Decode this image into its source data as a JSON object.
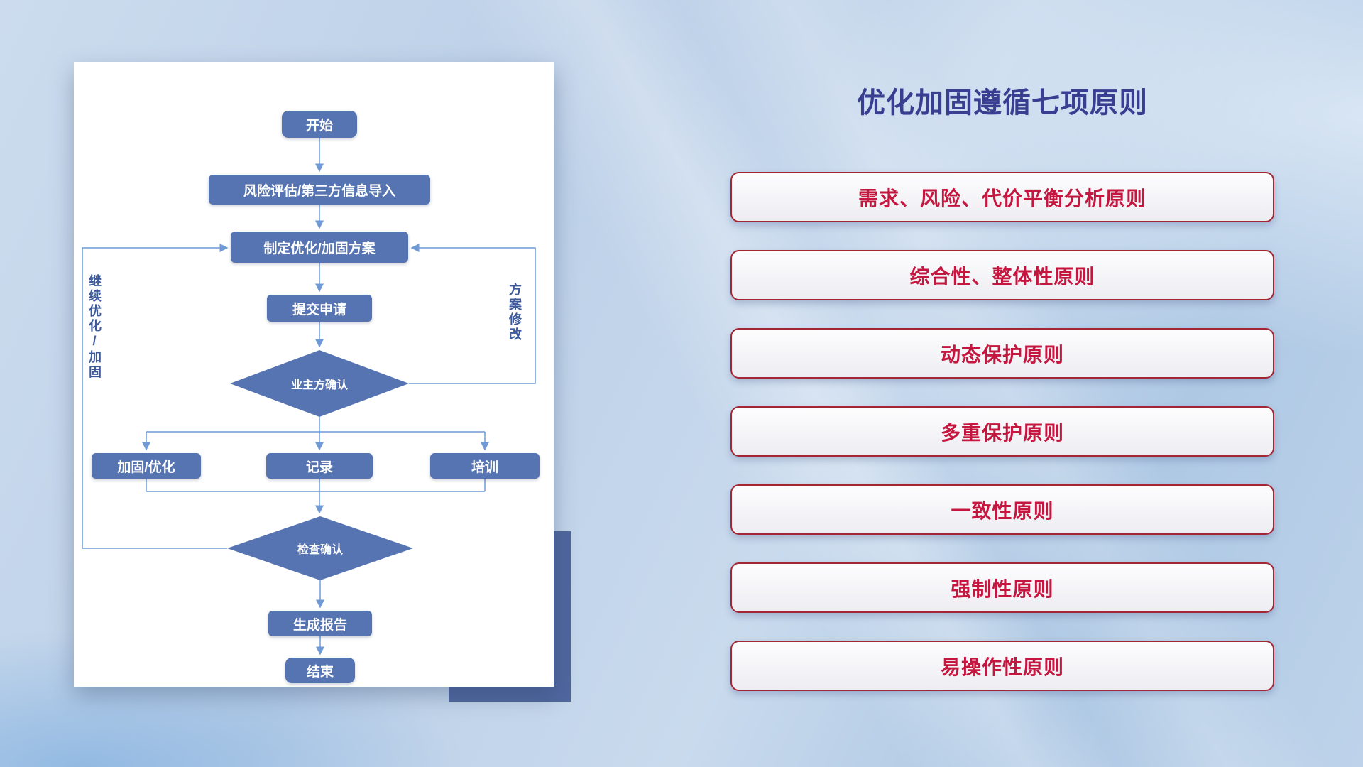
{
  "title": "优化加固遵循七项原则",
  "flowchart": {
    "start": "开始",
    "risk_import": "风险评估/第三方信息导入",
    "make_plan": "制定优化/加固方案",
    "submit": "提交申请",
    "owner_confirm": "业主方确认",
    "reinforce": "加固/优化",
    "record": "记录",
    "training": "培训",
    "check_confirm": "检查确认",
    "report": "生成报告",
    "end": "结束",
    "loop_left": "继续优化/加固",
    "loop_right": "方案修改"
  },
  "principles": [
    {
      "label": "需求、风险、代价平衡分析原则"
    },
    {
      "label": "综合性、整体性原则"
    },
    {
      "label": "动态保护原则"
    },
    {
      "label": "多重保护原则"
    },
    {
      "label": "一致性原则"
    },
    {
      "label": "强制性原则"
    },
    {
      "label": "易操作性原则"
    }
  ],
  "colors": {
    "flow_node": "#5674b2",
    "connector": "#6f9ad5",
    "title": "#3a3e91",
    "principle_text": "#c4163f",
    "principle_border": "#a32634",
    "accent_rect": "#4f679e"
  }
}
